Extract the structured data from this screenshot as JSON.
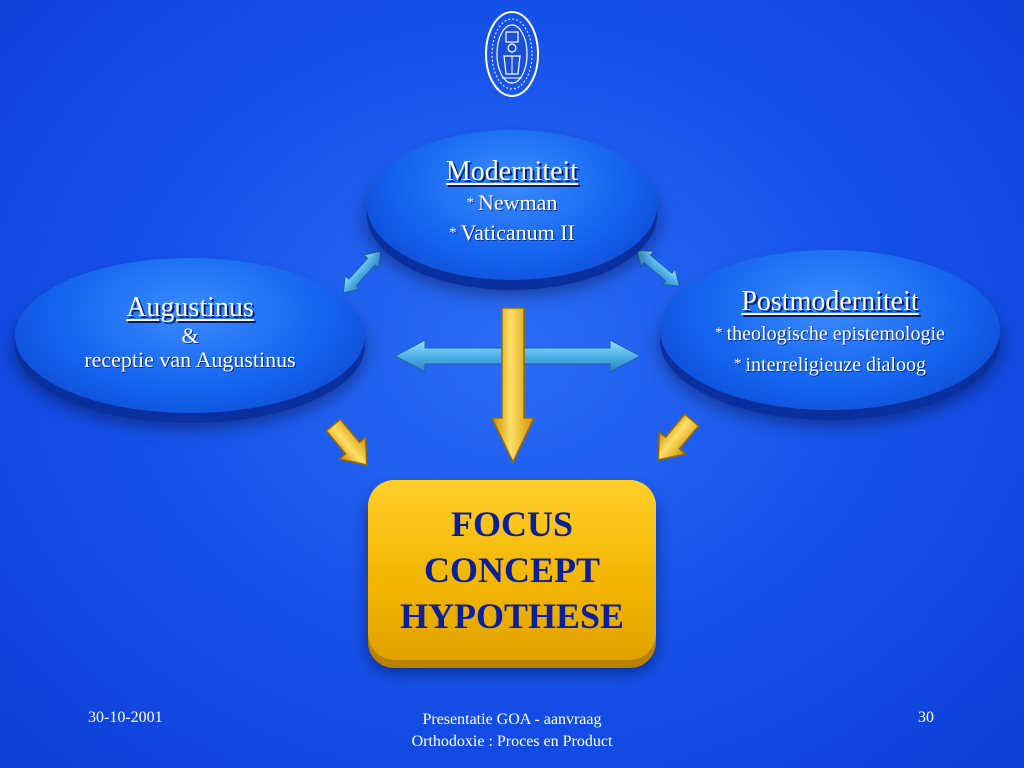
{
  "top": {
    "title": "Moderniteit",
    "items": [
      "Newman",
      "Vaticanum II"
    ]
  },
  "left": {
    "title": "Augustinus",
    "line1": "&",
    "line2": "receptie van Augustinus"
  },
  "right": {
    "title": "Postmoderniteit",
    "items": [
      "theologische epistemologie",
      "interreligieuze dialoog"
    ]
  },
  "bullet": "*",
  "focus": {
    "lines": [
      "FOCUS",
      "CONCEPT",
      "HYPOTHESE"
    ]
  },
  "footer": {
    "date": "30-10-2001",
    "center_line1": "Presentatie GOA - aanvraag",
    "center_line2": "Orthodoxie : Proces en Product",
    "page": "30"
  },
  "colors": {
    "background": "#1550e8",
    "oval": "#1463ee",
    "focus_box": "#f2b400",
    "focus_text": "#0a1f9a",
    "double_arrow": "#4fb2e8",
    "gold_arrow": "#e9b800"
  }
}
